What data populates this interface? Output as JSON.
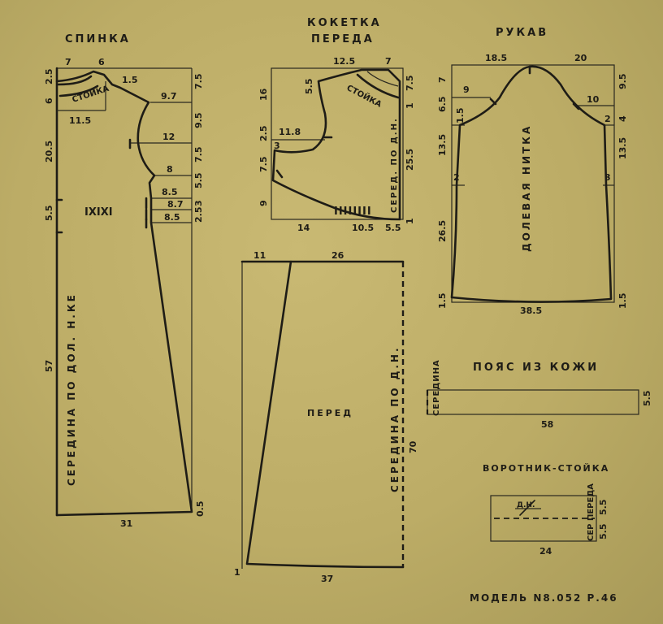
{
  "titles": {
    "back": "СПИНКА",
    "yoke_line1": "КОКЕТКА",
    "yoke_line2": "ПЕРЕДА",
    "sleeve": "РУКАВ",
    "belt": "ПОЯС ИЗ КОЖИ",
    "collar": "ВОРОТНИК-СТОЙКА",
    "front": "ПЕРЕД"
  },
  "labels": {
    "stoyka": "СТОЙКА",
    "back_center": "СЕРЕДИНА ПО ДОЛ. Н.КЕ",
    "yoke_center": "СЕРЕД. ПО Д.Н.",
    "grain": "ДОЛЕВАЯ НИТКА",
    "front_center": "СЕРЕДИНА ПО Д.Н.",
    "seredina": "СЕРЕДИНА",
    "collar_dn": "Д.Н.",
    "collar_center": "СЕР ПЕРЕДА",
    "model": "МОДЕЛЬ N8.052  Р.46"
  },
  "back": {
    "top_a": "7",
    "top_b": "6",
    "left": [
      "2.5",
      "6",
      "20.5",
      "5.5",
      "57"
    ],
    "right": [
      "7.5",
      "9.5",
      "7.5",
      "5.5",
      "3",
      "2.5",
      "0.5"
    ],
    "inner": [
      "1.5",
      "11.5",
      "9.7",
      "12",
      "8",
      "8.5",
      "8.7",
      "8.5"
    ],
    "bottom": "31"
  },
  "yoke": {
    "top_a": "12.5",
    "top_b": "7",
    "left": [
      "16",
      "2.5",
      "7.5",
      "9"
    ],
    "right": [
      "7.5",
      "1",
      "25.5",
      "1"
    ],
    "inner": [
      "5.5",
      "11.8",
      "3"
    ],
    "bottom_a": "14",
    "bottom_b": "10.5",
    "bottom_c": "5.5"
  },
  "sleeve": {
    "top_a": "18.5",
    "top_b": "20",
    "left": [
      "7",
      "6.5",
      "1.5",
      "13.5",
      "26.5",
      "1.5"
    ],
    "right": [
      "9.5",
      "4",
      "13.5",
      "1.5"
    ],
    "inner": [
      "9",
      "10",
      "2",
      "2",
      "3"
    ],
    "bottom": "38.5"
  },
  "front": {
    "top_a": "11",
    "top_b": "26",
    "right": "70",
    "bottom": "37",
    "corner": "1"
  },
  "belt": {
    "height": "5.5",
    "length": "58"
  },
  "collar": {
    "h1": "5.5",
    "h2": "5.5",
    "length": "24"
  }
}
